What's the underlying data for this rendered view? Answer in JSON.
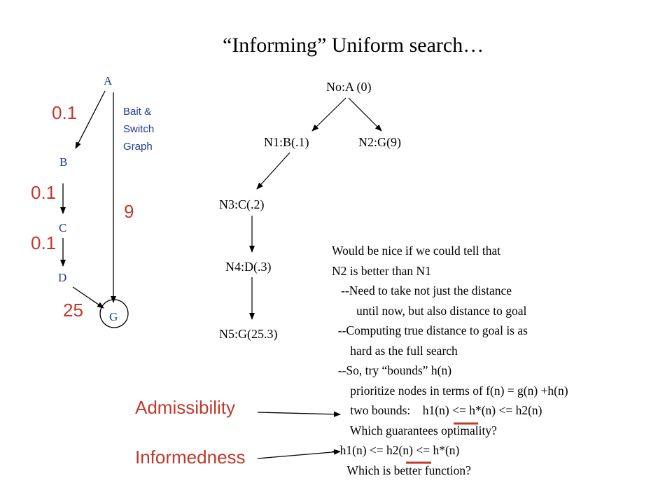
{
  "title": "“Informing” Uniform search…",
  "graph": {
    "caption": "Bait & Switch Graph",
    "nodes": {
      "A": "A",
      "B": "B",
      "C": "C",
      "D": "D",
      "G": "G"
    },
    "weights": {
      "AB": "0.1",
      "BC": "0.1",
      "CD": "0.1",
      "DG": "25",
      "AG": "9"
    }
  },
  "tree": {
    "n0": "No:A (0)",
    "n1": "N1:B(.1)",
    "n2": "N2:G(9)",
    "n3": "N3:C(.2)",
    "n4": "N4:D(.3)",
    "n5": "N5:G(25.3)"
  },
  "notes": [
    "Would be nice if we could tell that",
    "N2 is better than N1",
    "   --Need to take not just the distance",
    "        until now, but also distance to goal",
    "  --Computing true distance to goal is as",
    "      hard as the full search",
    "  --So, try “bounds” h(n)",
    "      prioritize nodes in terms of f(n) = g(n) +h(n)",
    "      two bounds:    h1(n) <= h*(n) <= h2(n)",
    "      Which guarantees optimality?",
    "--h1(n) <= h2(n) <= h*(n)",
    "     Which is better function?"
  ],
  "concepts": {
    "admissibility": "Admissibility",
    "informedness": "Informedness"
  },
  "colors": {
    "graph_labels": "#1f3a93",
    "weights": "#c0392b",
    "underline": "#c0392b"
  }
}
